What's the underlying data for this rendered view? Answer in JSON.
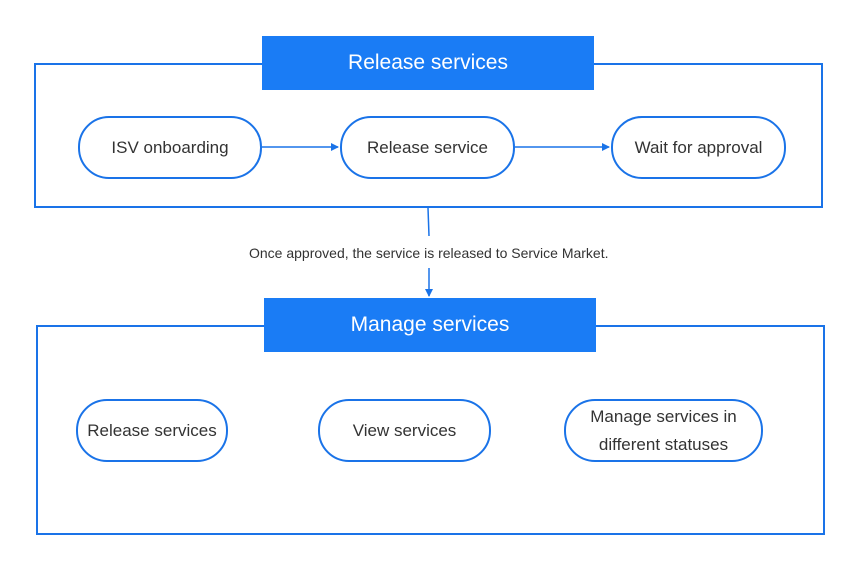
{
  "release_group": {
    "title": "Release services",
    "steps": [
      {
        "label": "ISV onboarding"
      },
      {
        "label": "Release service"
      },
      {
        "label": "Wait for approval"
      }
    ]
  },
  "transition_note": "Once approved, the service is released to Service Market.",
  "manage_group": {
    "title": "Manage services",
    "items": [
      {
        "label": "Release services"
      },
      {
        "label": "View services"
      },
      {
        "label_line1": "Manage services in",
        "label_line2": "different statuses"
      }
    ]
  },
  "colors": {
    "accent": "#1a7cf5",
    "border": "#1a73e8",
    "text": "#333333",
    "header_text": "#ffffff"
  }
}
